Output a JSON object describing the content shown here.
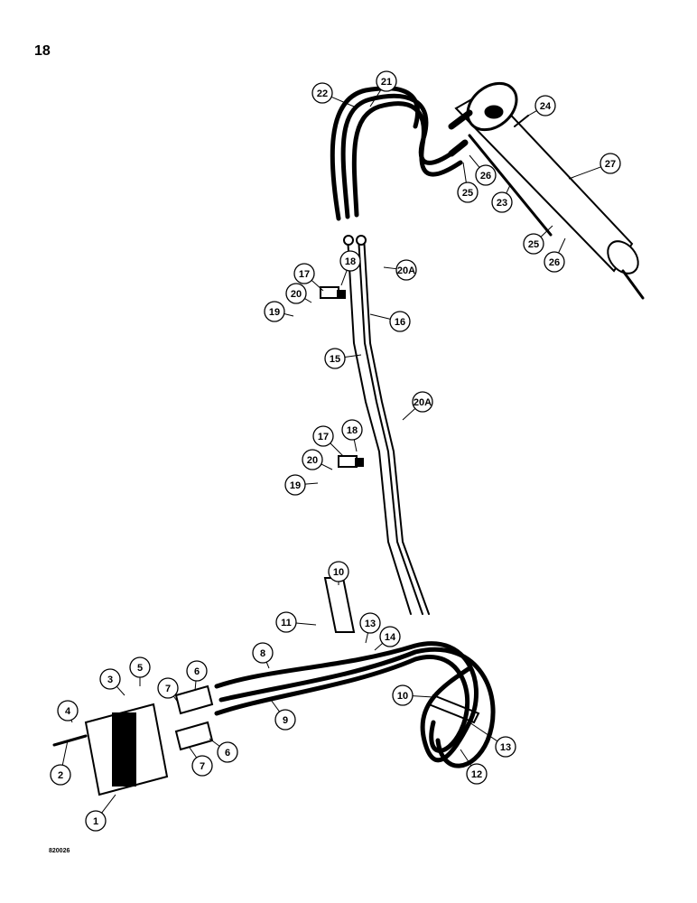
{
  "page_number": "18",
  "figure_code": "820026",
  "callouts": [
    "22",
    "21",
    "24",
    "27",
    "26",
    "25",
    "23",
    "25",
    "26",
    "20A",
    "18",
    "17",
    "20",
    "19",
    "16",
    "15",
    "20A",
    "17",
    "18",
    "20",
    "19",
    "10",
    "11",
    "13",
    "14",
    "8",
    "6",
    "5",
    "3",
    "7",
    "4",
    "9",
    "10",
    "13",
    "6",
    "7",
    "2",
    "12",
    "1"
  ],
  "colors": {
    "ink": "#000000",
    "paper": "#ffffff"
  }
}
